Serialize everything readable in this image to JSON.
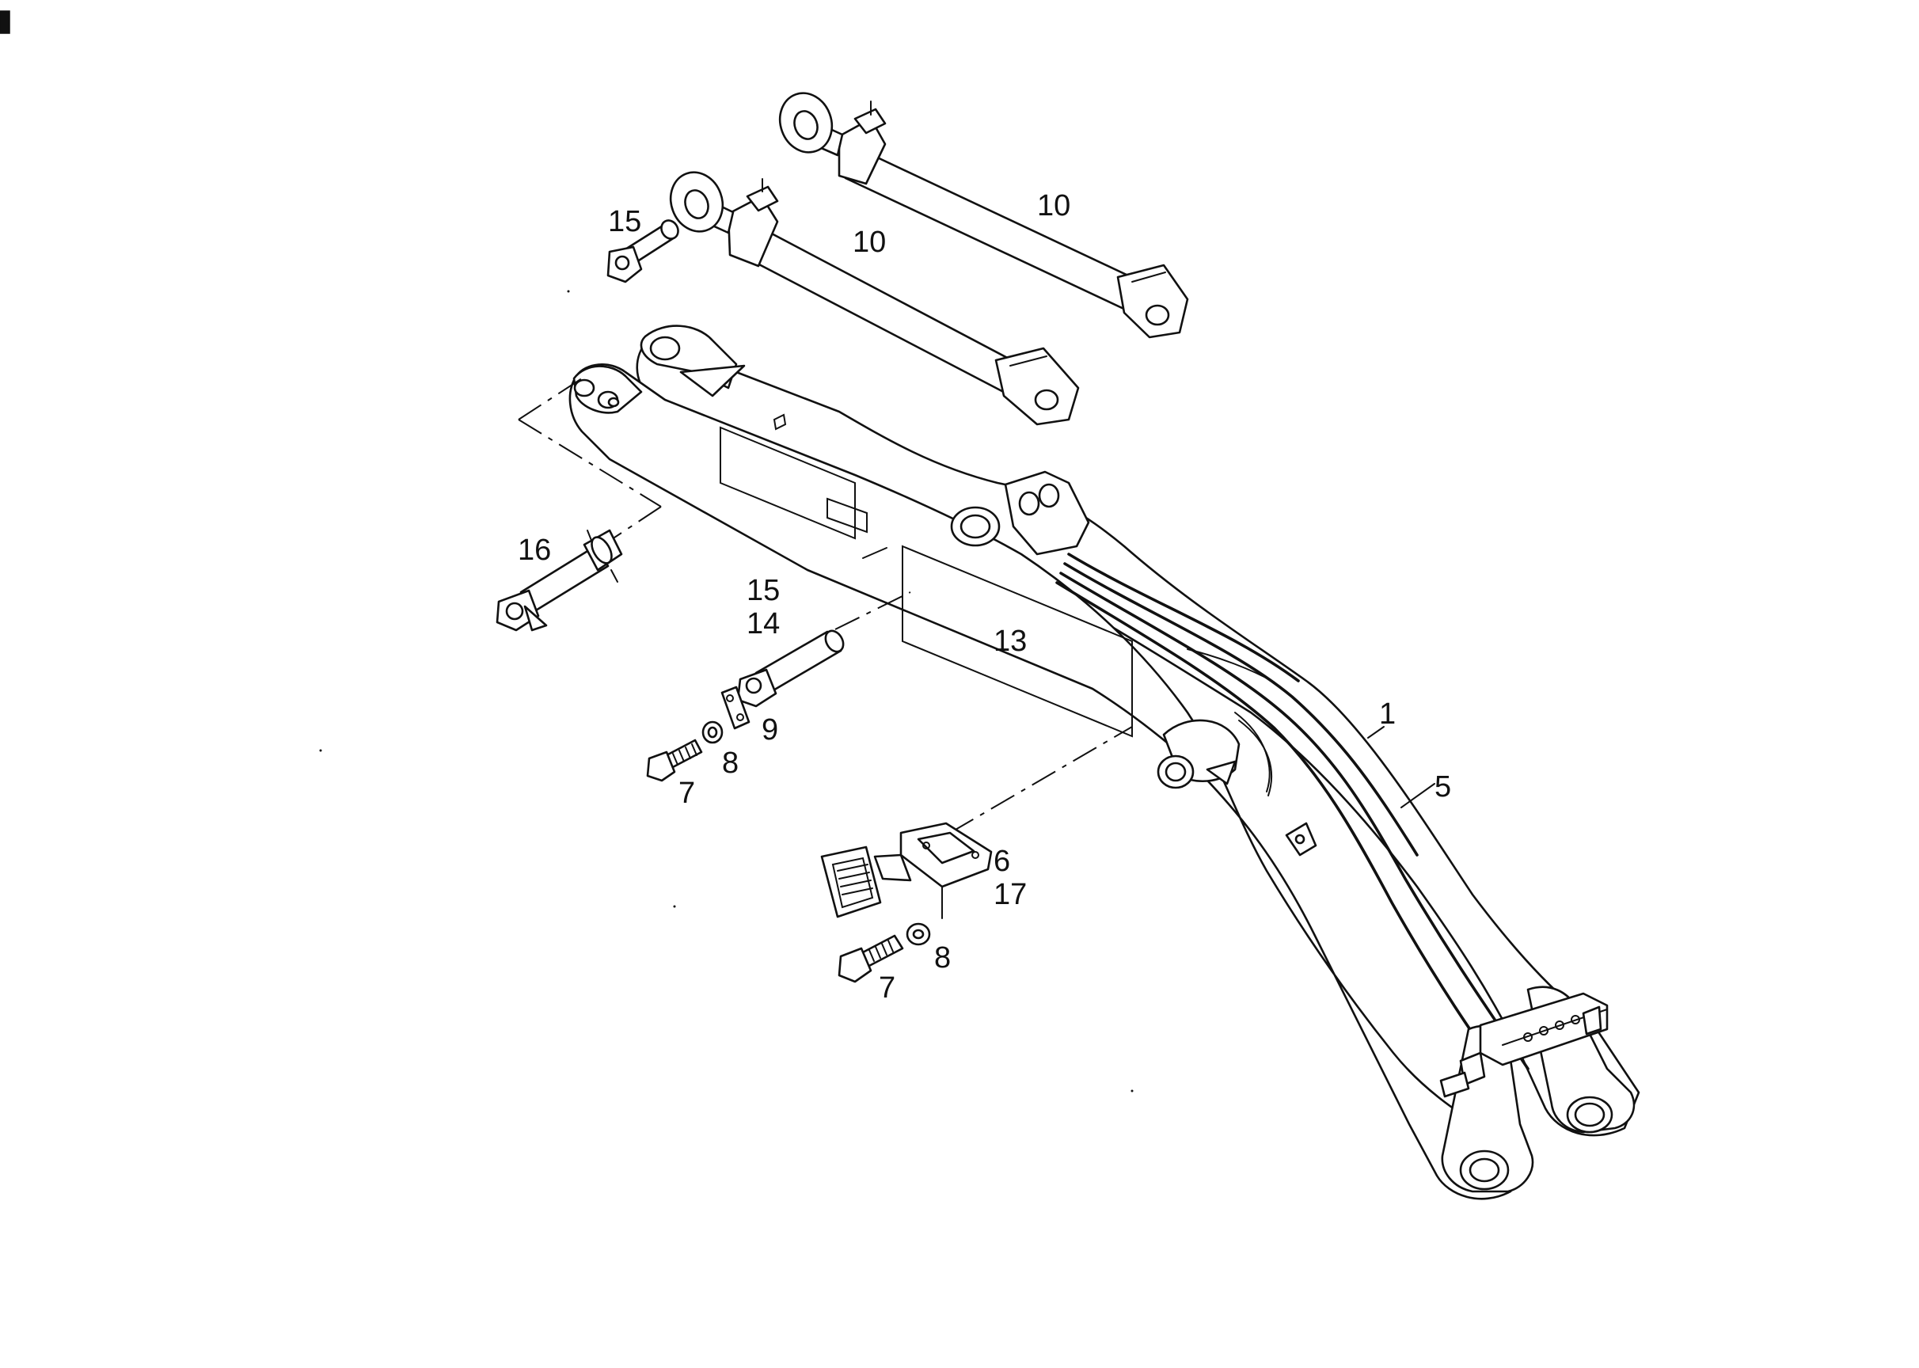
{
  "callouts": {
    "c1": "1",
    "c5": "5",
    "c6": "6",
    "c7a": "7",
    "c7b": "7",
    "c8a": "8",
    "c8b": "8",
    "c9": "9",
    "c10a": "10",
    "c10b": "10",
    "c13": "13",
    "c14": "14",
    "c15a": "15",
    "c15b": "15",
    "c16": "16",
    "c17": "17"
  }
}
